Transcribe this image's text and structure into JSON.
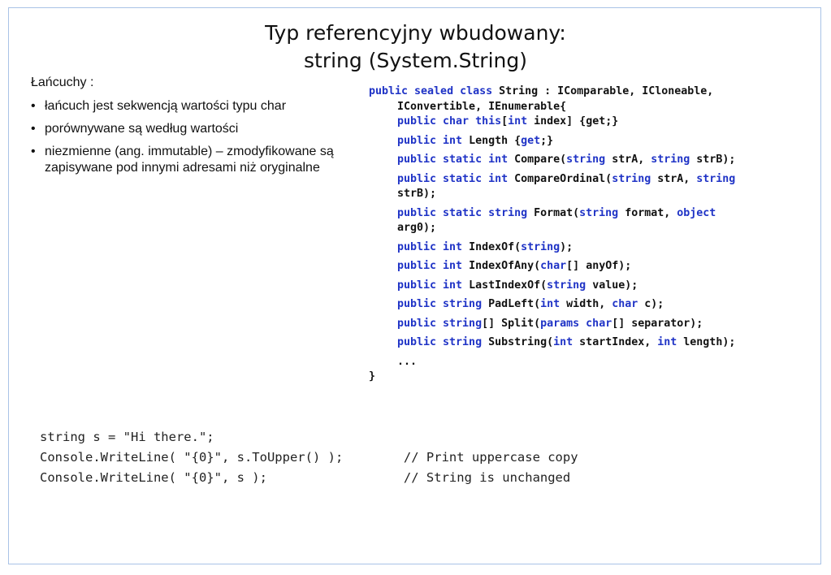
{
  "slide": {
    "title_line1": "Typ referencyjny wbudowany:",
    "title_line2": "string (System.String)"
  },
  "left_panel": {
    "heading": "Łańcuchy :",
    "bullets": [
      "łańcuch jest sekwencją wartości typu char",
      "porównywane są  według wartości",
      "niezmienne (ang. immutable) – zmodyfikowane są zapisywane pod innymi adresami niż oryginalne"
    ]
  },
  "code_block": {
    "decl": [
      "public sealed class",
      " String : IComparable, ICloneable,"
    ],
    "decl_cont": "IConvertible, IEnumerable{",
    "members": [
      [
        [
          "k",
          "public char this"
        ],
        [
          "t",
          "["
        ],
        [
          "k",
          "int"
        ],
        [
          "t",
          " index] {get;}"
        ]
      ],
      [
        [
          "k",
          "public int"
        ],
        [
          "t",
          " Length {"
        ],
        [
          "k",
          "get"
        ],
        [
          "t",
          ";}"
        ]
      ],
      [
        [
          "k",
          "public static int"
        ],
        [
          "t",
          " Compare("
        ],
        [
          "k",
          "string"
        ],
        [
          "t",
          " strA, "
        ],
        [
          "k",
          "string"
        ],
        [
          "t",
          " strB);"
        ]
      ],
      [
        [
          "k",
          "public static int"
        ],
        [
          "t",
          " CompareOrdinal("
        ],
        [
          "k",
          "string"
        ],
        [
          "t",
          " strA, "
        ],
        [
          "k",
          "string"
        ],
        [
          "t",
          "\nstrB);"
        ]
      ],
      [
        [
          "k",
          "public static string"
        ],
        [
          "t",
          " Format("
        ],
        [
          "k",
          "string"
        ],
        [
          "t",
          " format, "
        ],
        [
          "k",
          "object"
        ],
        [
          "t",
          "\narg0);"
        ]
      ],
      [
        [
          "k",
          "public int"
        ],
        [
          "t",
          " IndexOf("
        ],
        [
          "k",
          "string"
        ],
        [
          "t",
          ");"
        ]
      ],
      [
        [
          "k",
          "public int"
        ],
        [
          "t",
          " IndexOfAny("
        ],
        [
          "k",
          "char"
        ],
        [
          "t",
          "[] anyOf);"
        ]
      ],
      [
        [
          "k",
          "public int"
        ],
        [
          "t",
          " LastIndexOf("
        ],
        [
          "k",
          "string"
        ],
        [
          "t",
          " value);"
        ]
      ],
      [
        [
          "k",
          "public string"
        ],
        [
          "t",
          " PadLeft("
        ],
        [
          "k",
          "int"
        ],
        [
          "t",
          " width, "
        ],
        [
          "k",
          "char"
        ],
        [
          "t",
          " c);"
        ]
      ],
      [
        [
          "k",
          "public string"
        ],
        [
          "t",
          "[] Split("
        ],
        [
          "k",
          "params char"
        ],
        [
          "t",
          "[] separator);"
        ]
      ],
      [
        [
          "k",
          "public string"
        ],
        [
          "t",
          " Substring("
        ],
        [
          "k",
          "int"
        ],
        [
          "t",
          " startIndex, "
        ],
        [
          "k",
          "int"
        ],
        [
          "t",
          " length);"
        ]
      ],
      [
        [
          "t",
          "..."
        ]
      ]
    ],
    "closing": "}"
  },
  "snippet": {
    "lines": [
      "string s = \"Hi there.\";",
      "Console.WriteLine( \"{0}\", s.ToUpper() );        // Print uppercase copy",
      "Console.WriteLine( \"{0}\", s );                  // String is unchanged"
    ]
  },
  "colors": {
    "keyword": "#1f33c6",
    "border": "#a9c3e6"
  }
}
